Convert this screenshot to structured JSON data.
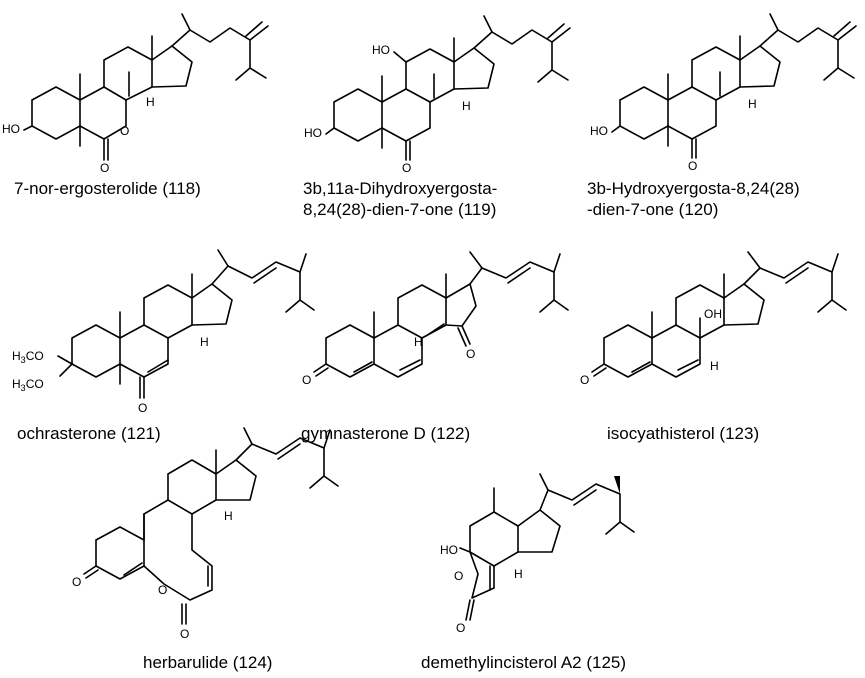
{
  "compounds": [
    {
      "name": "7-nor-ergosterolide (118)",
      "atoms": [
        "HO",
        "O",
        "O",
        "H"
      ]
    },
    {
      "name_lines": [
        "3b,11a-Dihydroxyergosta-",
        "8,24(28)-dien-7-one (119)"
      ],
      "atoms": [
        "HO",
        "HO",
        "O",
        "H"
      ]
    },
    {
      "name_lines": [
        "3b-Hydroxyergosta-8,24(28)",
        "-dien-7-one (120)"
      ],
      "atoms": [
        "HO",
        "O",
        "H"
      ]
    },
    {
      "name": "ochrasterone (121)",
      "atoms": [
        "H3CO",
        "H3CO",
        "O",
        "H"
      ]
    },
    {
      "name": "gymnasterone D (122)",
      "atoms": [
        "O",
        "O",
        "H"
      ]
    },
    {
      "name": "isocyathisterol (123)",
      "atoms": [
        "O",
        "OH",
        "H"
      ]
    },
    {
      "name": "herbarulide (124)",
      "atoms": [
        "O",
        "O",
        "O",
        "H"
      ]
    },
    {
      "name": "demethylincisterol A2 (125)",
      "atoms": [
        "HO",
        "O",
        "O",
        "H"
      ]
    }
  ]
}
